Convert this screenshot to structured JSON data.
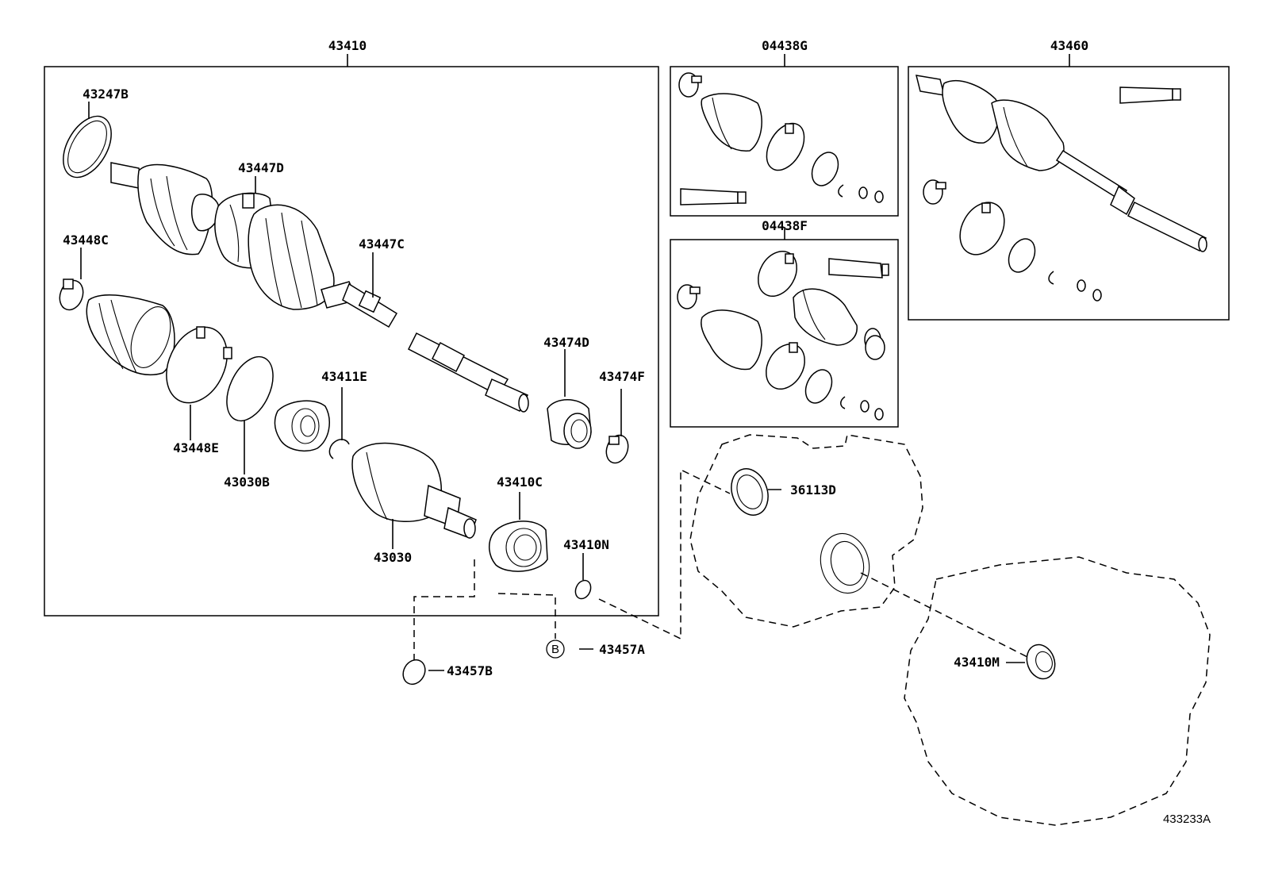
{
  "diagram": {
    "reference_code": "433233A",
    "labels": {
      "p43410": "43410",
      "p43247B": "43247B",
      "p43447D": "43447D",
      "p43447C": "43447C",
      "p43448C": "43448C",
      "p43474D": "43474D",
      "p43474F": "43474F",
      "p43411E": "43411E",
      "p43448E": "43448E",
      "p43030B": "43030B",
      "p43410C": "43410C",
      "p43030": "43030",
      "p43410N": "43410N",
      "p43457A": "43457A",
      "p43457B": "43457B",
      "p04438G": "04438G",
      "p04438F": "04438F",
      "p43460": "43460",
      "p36113D": "36113D",
      "p43410M": "43410M"
    },
    "callout_marker": "B"
  }
}
